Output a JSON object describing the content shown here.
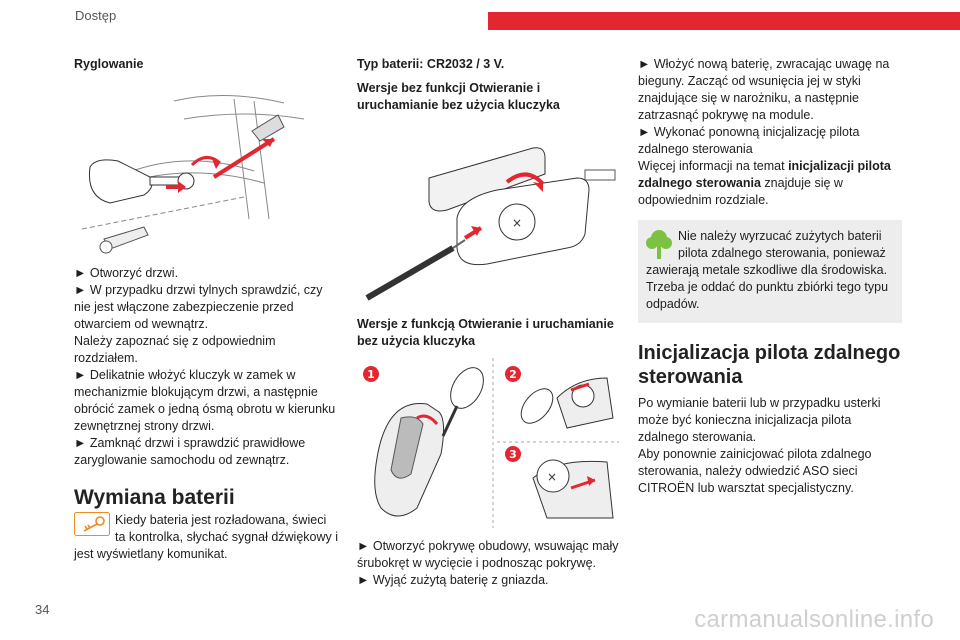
{
  "header": {
    "title": "Dostęp",
    "accent": "#e3262f"
  },
  "footer": {
    "page_number": "34",
    "watermark": "carmanualsonline.info"
  },
  "col1": {
    "heading_lock": "Ryglowanie",
    "steps": [
      "► Otworzyć drzwi.",
      "► W przypadku drzwi tylnych sprawdzić, czy nie jest włączone zabezpieczenie przed otwarciem od wewnątrz.",
      "Należy zapoznać się z odpowiednim rozdziałem.",
      "► Delikatnie włożyć kluczyk w zamek w mechanizmie blokującym drzwi, a następnie obrócić zamek o jedną ósmą obrotu w kierunku zewnętrznej strony drzwi.",
      "► Zamknąć drzwi i sprawdzić prawidłowe zaryglowanie samochodu od zewnątrz."
    ],
    "heading_battery": "Wymiana baterii",
    "warning_text": "Kiedy bateria jest rozładowana, świeci ta kontrolka, słychać sygnał dźwiękowy i jest wyświetlany komunikat."
  },
  "col2": {
    "battery_type": "Typ baterii: CR2032 / 3 V.",
    "heading_no_func": "Wersje bez funkcji Otwieranie i uruchamianie bez użycia kluczyka",
    "heading_with_func": "Wersje z funkcją Otwieranie i uruchamianie bez użycia kluczyka",
    "callouts": [
      "1",
      "2",
      "3"
    ],
    "steps": [
      "► Otworzyć pokrywę obudowy, wsuwając mały śrubokręt w wycięcie i podnosząc pokrywę.",
      "► Wyjąć zużytą baterię z gniazda."
    ]
  },
  "col3": {
    "step_insert": "► Włożyć nową baterię, zwracając uwagę na bieguny. Zacząć od wsunięcia jej w styki znajdujące się w narożniku, a następnie zatrzasnąć pokrywę na module.",
    "step_init": "► Wykonać ponowną inicjalizację pilota zdalnego sterowania",
    "more_info_pre": "Więcej informacji na temat ",
    "more_info_bold": "inicjalizacji pilota zdalnego sterowania",
    "more_info_post": " znajduje się w odpowiednim rozdziale.",
    "eco_text": "Nie należy wyrzucać zużytych baterii pilota zdalnego sterowania, ponieważ zawierają metale szkodliwe dla środowiska. Trzeba je oddać do punktu zbiórki tego typu odpadów.",
    "eco_color": "#7cc242",
    "section_heading": "Inicjalizacja pilota zdalnego sterowania",
    "section_p1": "Po wymianie baterii lub w przypadku usterki może być konieczna inicjalizacja pilota zdalnego sterowania.",
    "section_p2": "Aby ponownie zainicjować pilota zdalnego sterowania, należy odwiedzić ASO sieci CITROËN lub warsztat specjalistyczny."
  }
}
